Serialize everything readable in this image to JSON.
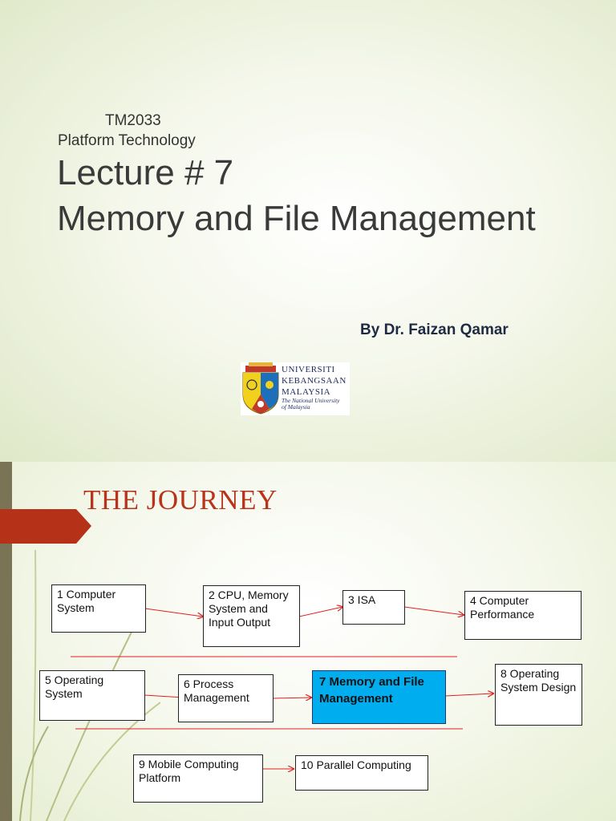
{
  "title_slide": {
    "course_code": "TM2033",
    "course_name": "Platform Technology",
    "lecture": "Lecture # 7",
    "topic": "Memory and File Management",
    "author": "By Dr. Faizan Qamar",
    "logo": {
      "line1": "UNIVERSITI",
      "line2": "KEBANGSAAN",
      "line3": "MALAYSIA",
      "tagline1": "The National University",
      "tagline2": "of Malaysia"
    }
  },
  "journey_slide": {
    "title": "THE JOURNEY",
    "highlight_color": "#00aeef",
    "steps": [
      {
        "label": "1 Computer System"
      },
      {
        "label": "2 CPU, Memory System and Input Output"
      },
      {
        "label": "3 ISA"
      },
      {
        "label": "4 Computer Performance"
      },
      {
        "label": "5 Operating System"
      },
      {
        "label": "6 Process Management"
      },
      {
        "label": "7 Memory and File Management"
      },
      {
        "label": "8 Operating System Design"
      },
      {
        "label": "9 Mobile Computing Platform"
      },
      {
        "label": "10 Parallel Computing"
      }
    ]
  }
}
